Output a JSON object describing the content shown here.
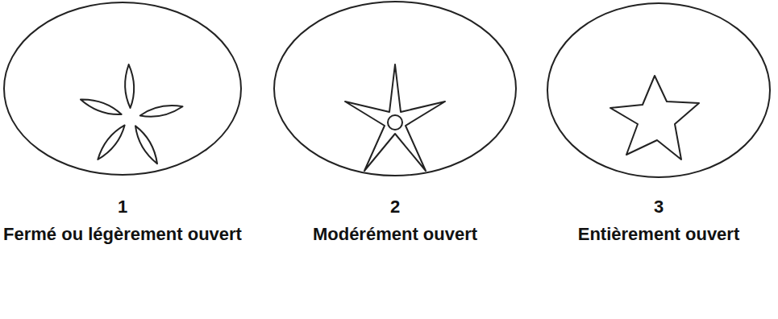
{
  "diagram": {
    "labels": [
      "1",
      "Fermé ou légèrement ouvert",
      "2",
      "Modérément ouvert",
      "3",
      "Entièrement ouvert"
    ]
  }
}
